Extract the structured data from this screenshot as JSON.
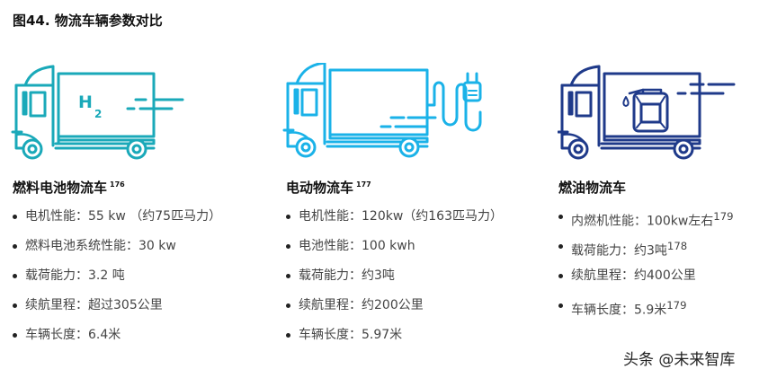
{
  "figure": {
    "title": "图44. 物流车辆参数对比"
  },
  "colors": {
    "fuel_cell_truck": "#1aa9b9",
    "electric_truck": "#1ab2e8",
    "diesel_truck": "#1f3a8a"
  },
  "vehicles": [
    {
      "icon": "hydrogen-truck-icon",
      "icon_label": "H2",
      "title": "燃料电池物流车",
      "title_ref": "176",
      "specs": [
        {
          "text": "电机性能：55 kw （约75匹马力）",
          "ref": ""
        },
        {
          "text": "燃料电池系统性能：30 kw",
          "ref": ""
        },
        {
          "text": "载荷能力：3.2 吨",
          "ref": ""
        },
        {
          "text": "续航里程：超过305公里",
          "ref": ""
        },
        {
          "text": "车辆长度：6.4米",
          "ref": ""
        }
      ]
    },
    {
      "icon": "electric-truck-icon",
      "icon_label": "",
      "title": "电动物流车",
      "title_ref": "177",
      "specs": [
        {
          "text": "电机性能：120kw（约163匹马力）",
          "ref": ""
        },
        {
          "text": "电池性能：100 kwh",
          "ref": ""
        },
        {
          "text": "载荷能力：约3吨",
          "ref": ""
        },
        {
          "text": "续航里程：约200公里",
          "ref": ""
        },
        {
          "text": "车辆长度：5.97米",
          "ref": ""
        }
      ]
    },
    {
      "icon": "fuel-truck-icon",
      "icon_label": "",
      "title": "燃油物流车",
      "title_ref": "",
      "specs": [
        {
          "text": "内燃机性能：100kw左右",
          "ref": "179"
        },
        {
          "text": "载荷能力：约3吨",
          "ref": "178"
        },
        {
          "text": "续航里程：约400公里",
          "ref": ""
        },
        {
          "text": "车辆长度：5.9米",
          "ref": "179"
        }
      ]
    }
  ],
  "watermark": "头条 @未来智库"
}
